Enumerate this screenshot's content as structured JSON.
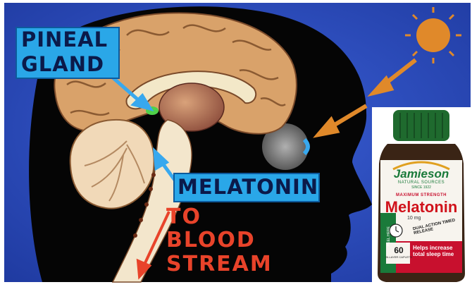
{
  "diagram": {
    "label_pineal_line1": "PINEAL",
    "label_pineal_line2": "GLAND",
    "label_melatonin": "MELATONIN",
    "label_blood_line1": "TO",
    "label_blood_line2": "BLOOD",
    "label_blood_line3": "STREAM"
  },
  "product": {
    "brand": "Jamieson",
    "brand_sub": "NATURAL SOURCES",
    "since": "SINCE 1922",
    "strength": "MAXIMUM STRENGTH",
    "name": "Melatonin",
    "dose": "10 mg",
    "release": "DUAL ACTION TIMED RELEASE",
    "count": "60",
    "count_sub": "BI-LAYER CAPLETS",
    "benefit_line1": "Helps increase",
    "benefit_line2": "total sleep time",
    "peel": "PEEL HERE"
  },
  "colors": {
    "background": "#2f4fc0",
    "label_box": "#2aa7e8",
    "label_text": "#0b1a4a",
    "stream_text": "#e8432a",
    "sun": "#e0892a",
    "brand_green": "#1a7a3a",
    "product_red": "#d0121b"
  }
}
